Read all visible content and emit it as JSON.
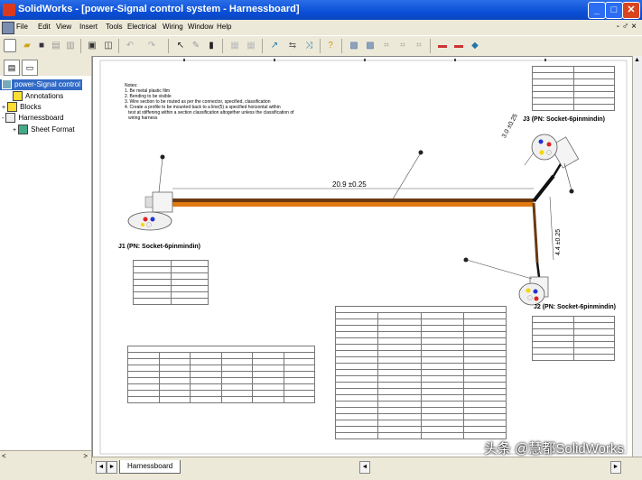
{
  "window": {
    "title": "SolidWorks - [power-Signal control system - Harnessboard]",
    "controls": [
      "_",
      "□",
      "✕"
    ]
  },
  "menu": {
    "items": [
      "File",
      "Edit",
      "View",
      "Insert",
      "Tools",
      "Electrical",
      "Wiring",
      "Window",
      "Help"
    ],
    "right": "- ♂ ×"
  },
  "tree": {
    "root": "power-Signal control",
    "items": [
      "Annotations",
      "Blocks",
      "Harnessboard",
      "Sheet Format"
    ]
  },
  "drawing": {
    "notes": "Notes:\n1. Be metal plastic film\n2. Bending to be visible\n3. Wire section to be routed as per the connector, specified, classification\n4. Create a profile to be mounted back to a line(5) a specified horizontal within\n   test at stiffening within a section classification altogether unless the classification of\n   wiring harness",
    "label_j1": "J1   (PN: Socket-6pinmindin)",
    "label_j2": "J2 (PN: Socket-6pinmindin)",
    "label_j3": "J3 (PN: Socket-6pinmindin)",
    "dim_main": "20.9 ±0.25",
    "dim_upper": "3.0 ±0.25",
    "dim_lower": "4.4 ±0.25"
  },
  "sheet": {
    "tab": "Harnessboard",
    "nav_first": "◄",
    "nav_next": "►"
  },
  "watermark": "头条 @慧都SolidWorks",
  "colors": {
    "wire_brown": "#6b3a12",
    "wire_orange": "#e07a10",
    "selected": "#316ac5",
    "title_blue": "#0a4fd6"
  }
}
